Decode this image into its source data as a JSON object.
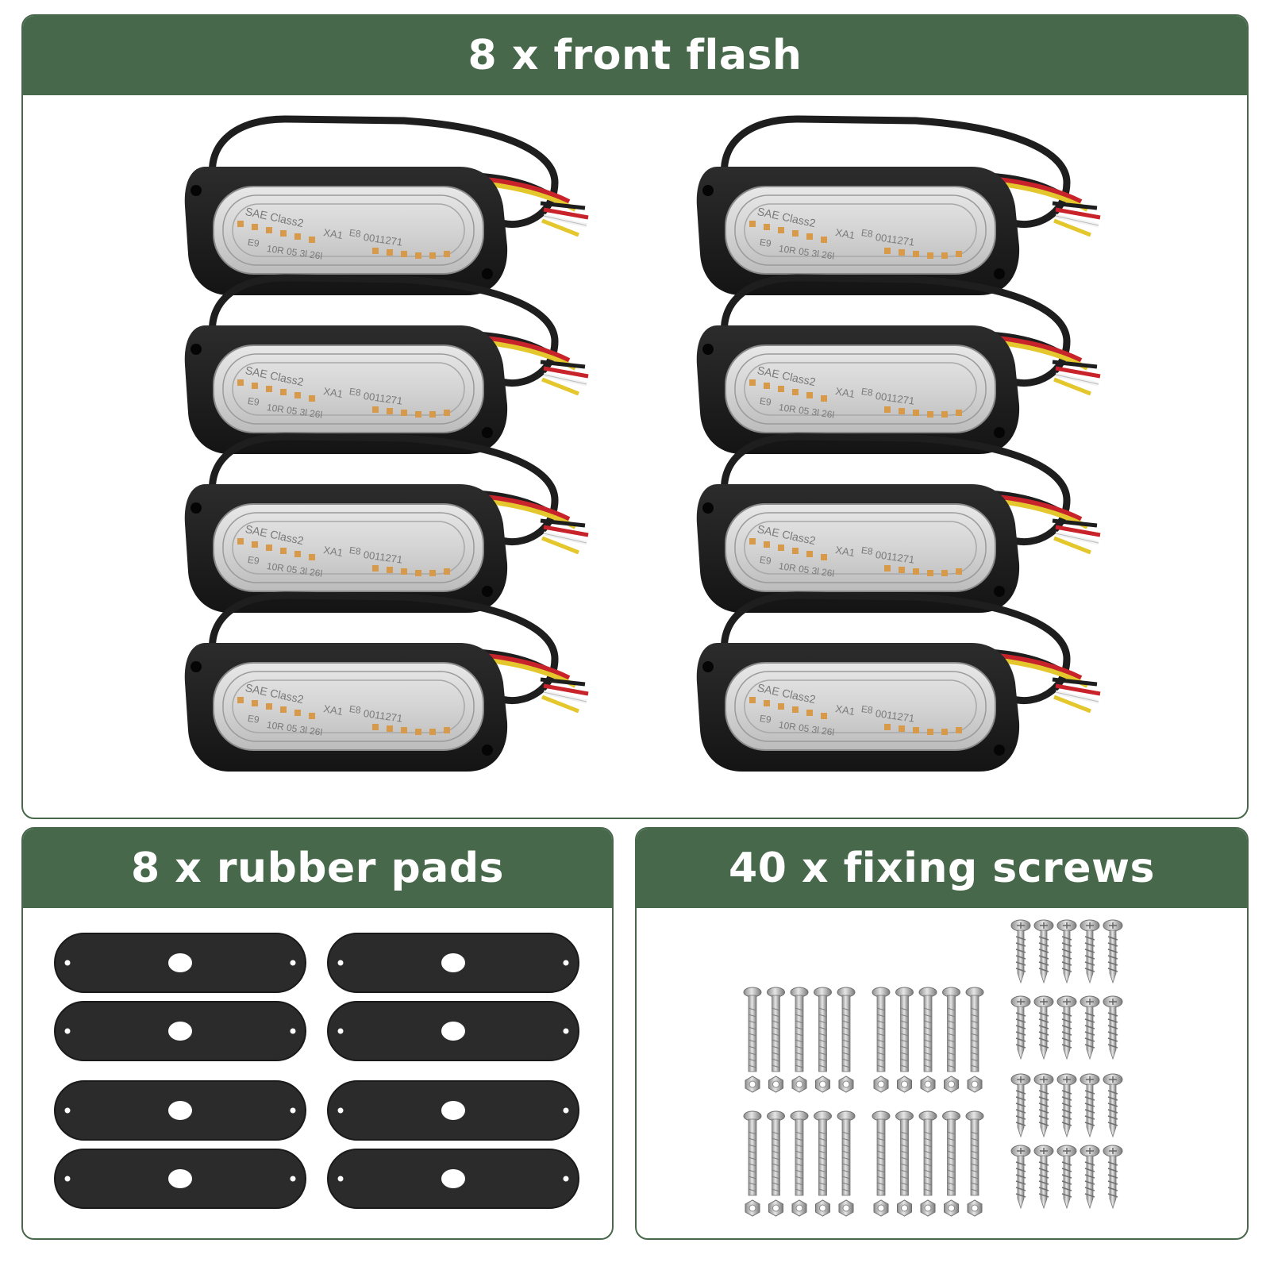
{
  "panels": {
    "front_flash": {
      "title": "8 x front flash"
    },
    "rubber_pads": {
      "title": "8 x rubber pads"
    },
    "fixing_screws": {
      "title": "40 x fixing screws"
    }
  },
  "light_markings": {
    "line1": "SAE Class2",
    "line2": "XA1",
    "approval_e8": "E8",
    "approval_number": "0011271",
    "approval_e9": "E9",
    "line3": "10R 05 3l 26l"
  },
  "colors": {
    "header_green": "#47684a",
    "lamp_black": "#1e1e1e",
    "wire_red": "#c8232b",
    "wire_yellow": "#e3c72d",
    "wire_white": "#f2f2f2",
    "led_amber": "#d79a4a"
  },
  "icons": {
    "light": "led-strobe-light-icon",
    "pad": "rubber-pad-icon",
    "screw": "screw-icon",
    "nut": "nut-icon",
    "tapping_screw": "tapping-screw-icon"
  }
}
